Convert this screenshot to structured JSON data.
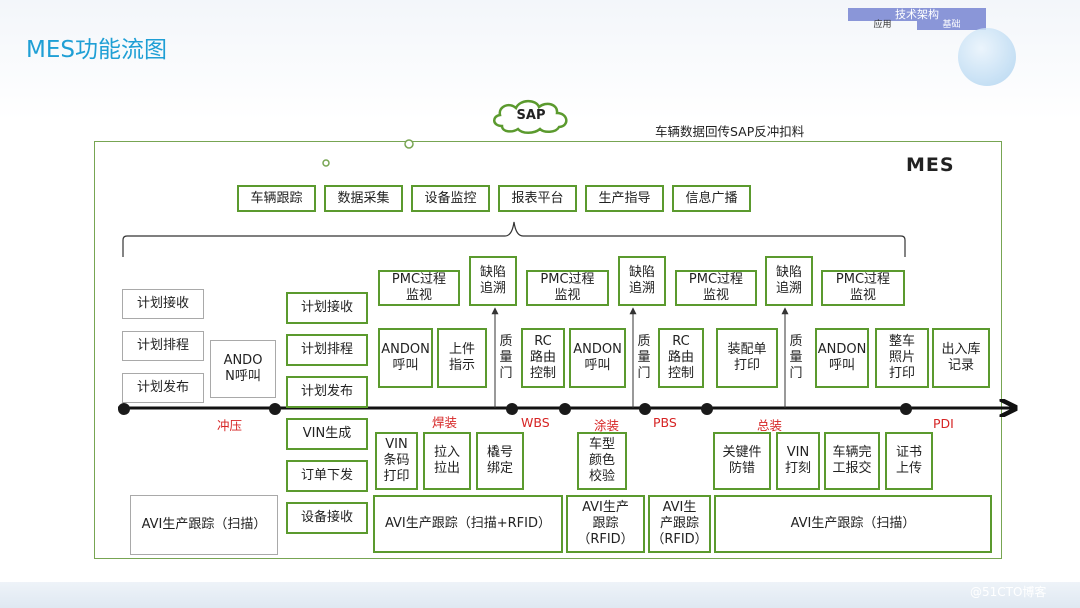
{
  "slide": {
    "title": "MES功能流图",
    "tech_header": {
      "top": "技术架构",
      "left": "应用",
      "right": "基础"
    },
    "sap": "SAP",
    "sap_note": "车辆数据回传SAP反冲扣料",
    "mes_label": "MES",
    "watermark": "@51CTO博客"
  },
  "top_modules": [
    "车辆跟踪",
    "数据采集",
    "设备监控",
    "报表平台",
    "生产指导",
    "信息广播"
  ],
  "plan_left": [
    "计划接收",
    "计划排程",
    "计划发布"
  ],
  "andon_stamp": "ANDO\nN呼叫",
  "plan_mid": [
    "计划接收",
    "计划排程",
    "计划发布",
    "VIN生成",
    "订单下发",
    "设备接收"
  ],
  "weld_boxes": {
    "pmc": "PMC过程\n监视",
    "defect": "缺陷\n追溯",
    "andon": "ANDON\n呼叫",
    "parts": "上件\n指示",
    "gate": "质\n量\n门"
  },
  "paint_boxes": {
    "pmc": "PMC过程\n监视",
    "defect": "缺陷\n追溯",
    "rc": "RC\n路由\n控制",
    "andon": "ANDON\n呼叫",
    "gate": "质\n量\n门",
    "rc2": "RC\n路由\n控制"
  },
  "assembly_boxes": {
    "pmc1": "PMC过程\n监视",
    "defect": "缺陷\n追溯",
    "pmc2": "PMC过程\n监视",
    "order": "装配单\n打印",
    "gate": "质\n量\n门",
    "andon": "ANDON\n呼叫",
    "photo": "整车\n照片\n打印",
    "warehouse": "出入库\n记录"
  },
  "process_zones": [
    "冲压",
    "焊装",
    "WBS",
    "涂装",
    "PBS",
    "总装",
    "PDI"
  ],
  "below_boxes": {
    "vin_print": "VIN\n条码\n打印",
    "pull": "拉入\n拉出",
    "tag": "橇号\n绑定",
    "color": "车型\n颜色\n校验",
    "keyparts": "关键件\n防错",
    "vin_engrave": "VIN\n打刻",
    "report": "车辆完\n工报交",
    "cert": "证书\n上传"
  },
  "avi": {
    "stamping": "AVI生产跟踪（扫描）",
    "weld": "AVI生产跟踪（扫描+RFID）",
    "paint1": "AVI生产\n跟踪\n（RFID）",
    "paint2": "AVI生\n产跟踪\n（RFID）",
    "assembly": "AVI生产跟踪（扫描）"
  },
  "colors": {
    "title": "#1f9fd5",
    "box_border": "#5b9a2e",
    "zone_label": "#d62424",
    "frame": "#77a552"
  }
}
